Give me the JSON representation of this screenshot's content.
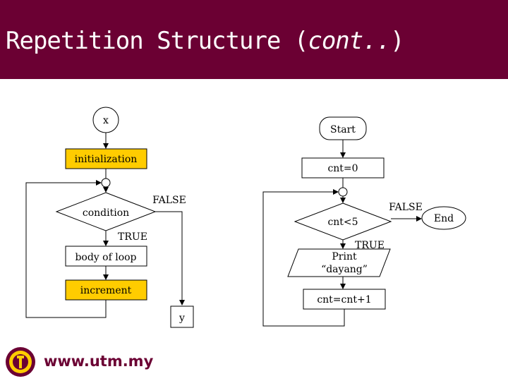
{
  "slide": {
    "title_main": "Repetition Structure (",
    "title_italic": "cont..",
    "title_end": ")"
  },
  "left_flow": {
    "connector_top": "x",
    "initialization": "initialization",
    "condition": "condition",
    "false_label": "FALSE",
    "true_label": "TRUE",
    "body": "body of loop",
    "increment": "increment",
    "connector_bottom": "y"
  },
  "right_flow": {
    "start": "Start",
    "init": "cnt=0",
    "condition": "cnt<5",
    "false_label": "FALSE",
    "true_label": "TRUE",
    "print_line1": "Print",
    "print_line2": "“dayang”",
    "increment": "cnt=cnt+1",
    "end": "End"
  },
  "footer": {
    "url": "www.utm.my"
  },
  "colors": {
    "header": "#6b0033",
    "highlight_box": "#ffcc00",
    "text_white": "#ffffff"
  }
}
